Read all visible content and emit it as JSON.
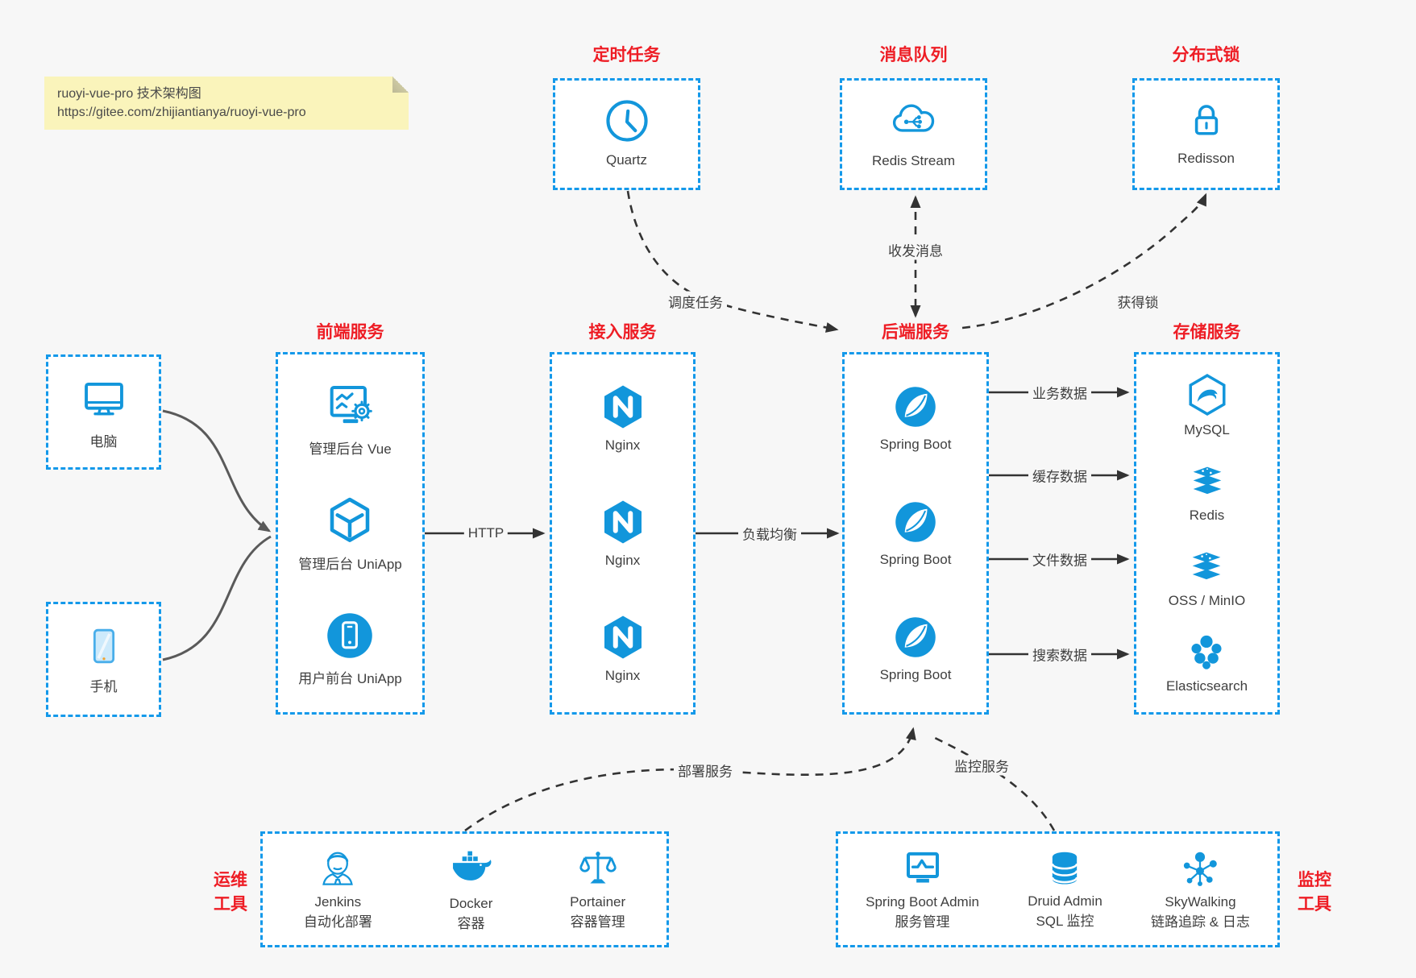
{
  "note": {
    "title": "ruoyi-vue-pro 技术架构图",
    "url": "https://gitee.com/zhijiantianya/ruoyi-vue-pro"
  },
  "top": {
    "scheduler": {
      "title": "定时任务",
      "label": "Quartz"
    },
    "mq": {
      "title": "消息队列",
      "label": "Redis Stream"
    },
    "lock": {
      "title": "分布式锁",
      "label": "Redisson"
    }
  },
  "clients": {
    "pc": "电脑",
    "mobile": "手机"
  },
  "frontend": {
    "title": "前端服务",
    "items": [
      {
        "label": "管理后台 Vue"
      },
      {
        "label": "管理后台 UniApp"
      },
      {
        "label": "用户前台 UniApp"
      }
    ]
  },
  "gateway": {
    "title": "接入服务",
    "items": [
      {
        "label": "Nginx"
      },
      {
        "label": "Nginx"
      },
      {
        "label": "Nginx"
      }
    ]
  },
  "backend": {
    "title": "后端服务",
    "items": [
      {
        "label": "Spring Boot"
      },
      {
        "label": "Spring Boot"
      },
      {
        "label": "Spring Boot"
      }
    ]
  },
  "storage": {
    "title": "存储服务",
    "items": [
      {
        "label": "MySQL"
      },
      {
        "label": "Redis"
      },
      {
        "label": "OSS / MinIO"
      },
      {
        "label": "Elasticsearch"
      }
    ]
  },
  "edges": {
    "http": "HTTP",
    "load_balance": "负载均衡",
    "dispatch_task": "调度任务",
    "send_receive_msg": "收发消息",
    "acquire_lock": "获得锁",
    "business_data": "业务数据",
    "cache_data": "缓存数据",
    "file_data": "文件数据",
    "search_data": "搜索数据",
    "deploy_service": "部署服务",
    "monitor_service": "监控服务"
  },
  "ops": {
    "side_label": [
      "运维",
      "工具"
    ],
    "items": [
      {
        "name": "Jenkins",
        "sub": "自动化部署"
      },
      {
        "name": "Docker",
        "sub": "容器"
      },
      {
        "name": "Portainer",
        "sub": "容器管理"
      }
    ]
  },
  "monitoring": {
    "side_label": [
      "监控",
      "工具"
    ],
    "items": [
      {
        "name": "Spring Boot Admin",
        "sub": "服务管理"
      },
      {
        "name": "Druid Admin",
        "sub": "SQL 监控"
      },
      {
        "name": "SkyWalking",
        "sub": "链路追踪 & 日志"
      }
    ]
  },
  "colors": {
    "accent_blue": "#1499ea",
    "icon_blue": "#1296db",
    "title_red": "#ee1d25",
    "note_bg": "#faf4bb"
  }
}
